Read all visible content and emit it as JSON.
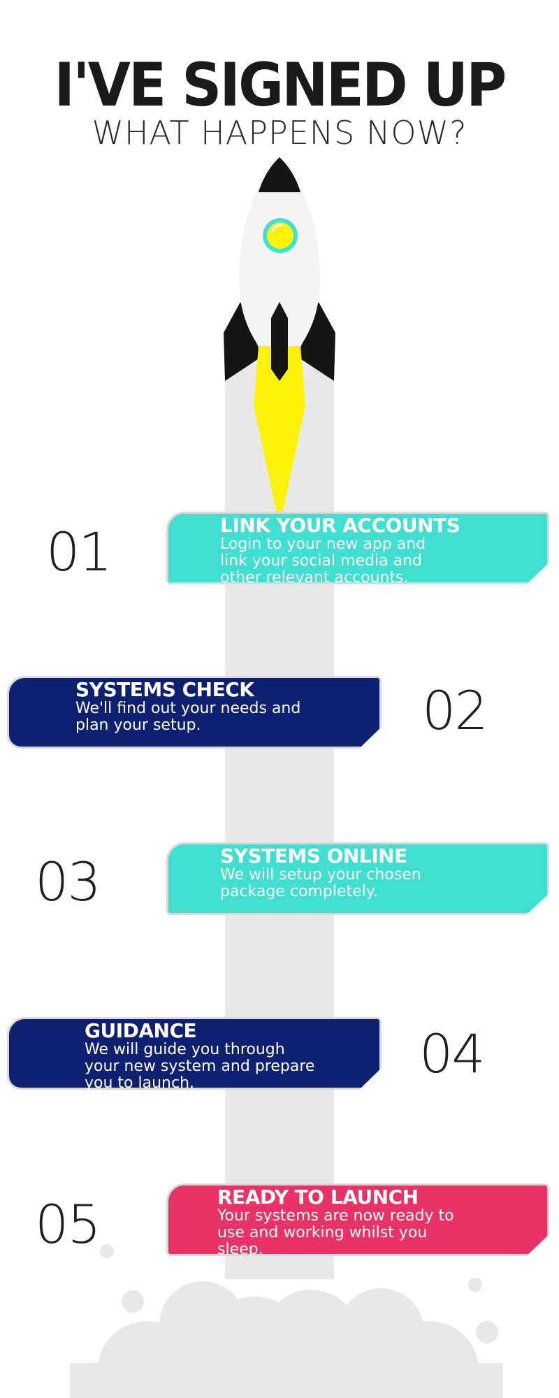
{
  "header": {
    "title": "I'VE SIGNED UP",
    "subtitle": "WHAT HAPPENS NOW?"
  },
  "colors": {
    "teal": "#41DFD1",
    "navy": "#0D2170",
    "pink": "#E93366",
    "trail": "#E8E8E8",
    "rocket_white": "#F4F4F4",
    "rocket_black": "#151515",
    "flame_yellow": "#FFF20A",
    "window_ring": "#41DFD1"
  },
  "steps": [
    {
      "number": "01",
      "title": "LINK YOUR ACCOUNTS",
      "description": "Login to your new app and link your social media and other relevant accounts.",
      "color": "teal"
    },
    {
      "number": "02",
      "title": "SYSTEMS CHECK",
      "description": "We'll find out your needs and plan your setup.",
      "color": "navy"
    },
    {
      "number": "03",
      "title": "SYSTEMS ONLINE",
      "description": "We will setup your chosen package completely.",
      "color": "teal"
    },
    {
      "number": "04",
      "title": "GUIDANCE",
      "description": "We will guide you through your new system and prepare you to launch.",
      "color": "navy"
    },
    {
      "number": "05",
      "title": "READY TO LAUNCH",
      "description": "Your systems are now ready to use and working whilst you sleep.",
      "color": "pink"
    }
  ]
}
